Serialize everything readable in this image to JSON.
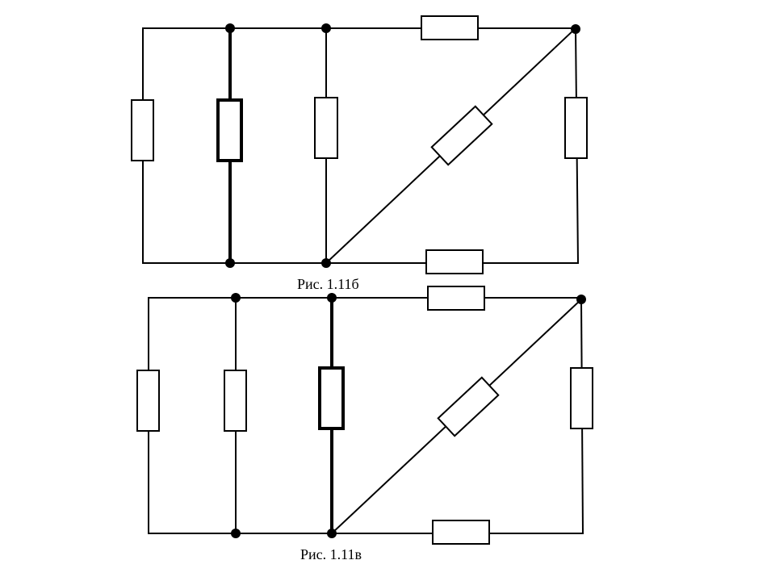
{
  "figures": [
    {
      "id": "fig-1-11b",
      "caption": "Рис. 1.11б",
      "highlighted_branch": "branch-2"
    },
    {
      "id": "fig-1-11v",
      "caption": "Рис. 1.11в",
      "highlighted_branch": "branch-3"
    }
  ],
  "colors": {
    "line": "#000000",
    "background": "#ffffff"
  }
}
